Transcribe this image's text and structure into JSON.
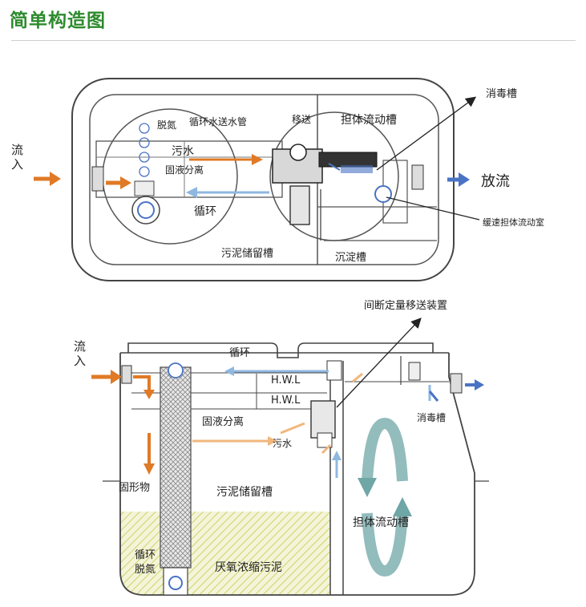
{
  "header": {
    "title": "简单构造图"
  },
  "top_diagram": {
    "inflow": "流入",
    "labels": {
      "denitrification": "脱氮",
      "circulation_pipe": "循环水送水管",
      "transfer": "移送",
      "carrier_flow_tank": "担体流动槽",
      "disinfection_tank": "消毒槽",
      "sewage": "污水",
      "solid_liquid_separation": "固液分离",
      "circulation": "循环",
      "sludge_storage_tank": "污泥储留槽",
      "sedimentation_tank": "沉淀槽",
      "slow_flow_chamber": "缓速担体流动室"
    },
    "outflow": "放流"
  },
  "bottom_diagram": {
    "intermittent_transfer_device": "间断定量移送装置",
    "inflow": "流入",
    "circulation": "循环",
    "hwl_1": "H.W.L",
    "hwl_2": "H.W.L",
    "solid_liquid_separation": "固液分离",
    "sewage": "污水",
    "disinfection_tank": "消毒槽",
    "solids": "固形物",
    "sludge_storage_tank": "污泥储留槽",
    "carrier_flow_tank": "担体流动槽",
    "circulation_denitrification": "循环脱氮",
    "anaerobic_sludge": "厌氧浓缩污泥"
  },
  "colors": {
    "title_green": "#2d8a2d",
    "flow_orange": "#e07a26",
    "flow_blue": "#4a73c4",
    "circulation_light_blue": "#8fb8e0",
    "sludge_hatch": "#cfd36a",
    "carrier_teal": "#6fa6a6"
  }
}
